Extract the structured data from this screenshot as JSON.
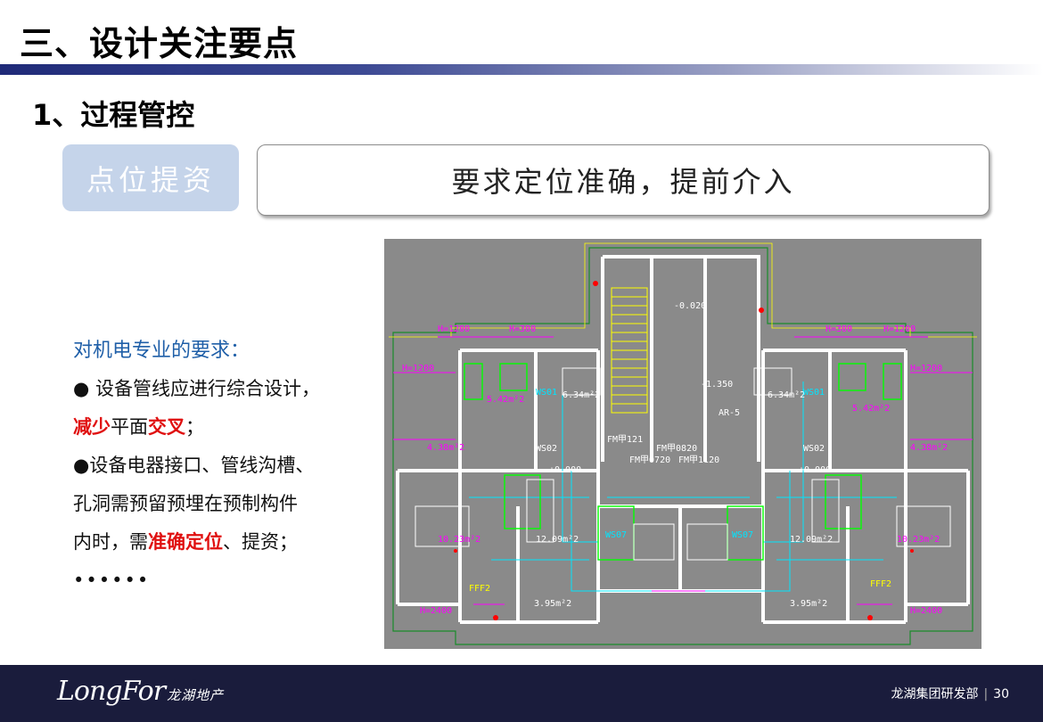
{
  "header": {
    "title": "三、设计关注要点",
    "subtitle": "1、过程管控"
  },
  "tag": "点位提资",
  "requirement": "要求定位准确，提前介入",
  "bullets": {
    "heading": "对机电专业的要求：",
    "item1_a": "● 设备管线应进行综合设计，",
    "item1_b_hl1": "减少",
    "item1_b_mid": "平面",
    "item1_b_hl2": "交叉",
    "item1_b_end": "；",
    "item2_a": "●设备电器接口、管线沟槽、",
    "item2_b": "孔洞需预留预埋在预制构件",
    "item2_c_pre": "内时，需",
    "item2_c_hl": "准确定位",
    "item2_c_end": "、提资；",
    "ellipsis": "••••••"
  },
  "drawing": {
    "labels": {
      "h1200_l": "H=1200",
      "h300_l": "H=300",
      "h300_r": "H=300",
      "h1200_r": "H=1200",
      "h1200_l2": "H=1200",
      "h1200_r2": "H=1200",
      "elev1": "-0.020",
      "elev2": "-1.350",
      "area_542_l": "5.42m²2",
      "area_542_r": "5.42m²2",
      "area_634_l": "6.34m²2",
      "area_634_r": "6.34m²2",
      "ws01_l": "WS01",
      "ws01_r": "WS01",
      "ws02_l": "WS02",
      "ws02_r": "WS02",
      "ws07_l": "WS07",
      "ws07_r": "WS07",
      "area_1023_l": "10.23m²2",
      "area_1023_r": "10.23m²2",
      "area_1209_l": "12.09m²2",
      "area_1209_r": "12.09m²2",
      "area_395_l": "3.95m²2",
      "area_395_r": "3.95m²2",
      "h2400_l": "H=2400",
      "h2400_r": "H=2400",
      "fm1": "FM甲121",
      "fm2": "FM甲0820",
      "fm3": "FM甲0720",
      "fm4": "FM甲1120",
      "elev3": "+0.000",
      "elev4": "+0.000",
      "area_438_l": "4.38m²2",
      "area_438_r": "4.38m²2",
      "ar": "AR-5",
      "fff1": "FFF2",
      "fff2": "FFF2"
    },
    "colors": {
      "background": "#8a8a8a",
      "wall": "#ffffff",
      "magenta": "#ff00ff",
      "green": "#00ff00",
      "cyan": "#00e5ff",
      "yellow": "#ffff00",
      "red": "#ff0000",
      "blue": "#2060ff",
      "darkgreen": "#1a8c2a"
    }
  },
  "footer": {
    "logo": "LongFor",
    "logo_cn": "龙湖地产",
    "department": "龙湖集团研发部",
    "separator": "|",
    "page_number": "30"
  }
}
